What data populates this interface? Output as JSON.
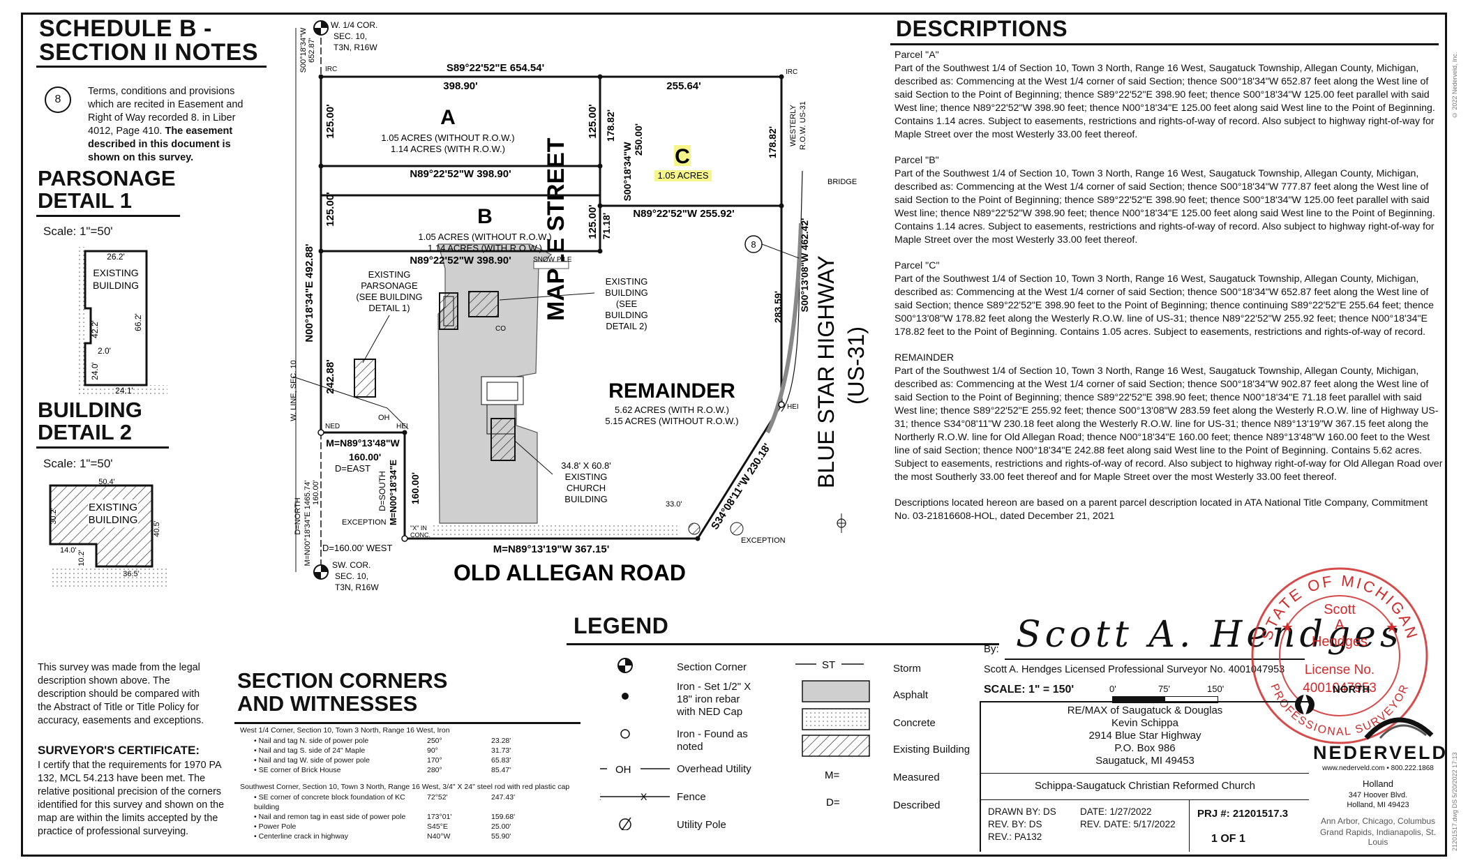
{
  "schedule": {
    "title1": "SCHEDULE B -",
    "title2": "SECTION II NOTES",
    "note_number": "8",
    "note_text": "Terms, conditions and provisions which are recited in Easement and Right of Way recorded 8. in Liber 4012, Page 410.",
    "note_bold": "The easement described in this document is shown on this survey."
  },
  "parsonage": {
    "title1": "PARSONAGE",
    "title2": "DETAIL 1",
    "scale": "Scale: 1\"=50'",
    "label1": "EXISTING",
    "label2": "BUILDING",
    "dims": [
      "26.2'",
      "42.2'",
      "66.2'",
      "2.0'",
      "24.0'",
      "24.1'"
    ]
  },
  "building2": {
    "title1": "BUILDING",
    "title2": "DETAIL 2",
    "scale": "Scale: 1\"=50'",
    "label1": "EXISTING",
    "label2": "BUILDING",
    "dims": [
      "50.4'",
      "30.2'",
      "40.5'",
      "14.0'",
      "10.2'",
      "36.5'"
    ]
  },
  "plat": {
    "street_west": "MAPLE STREET",
    "street_east1": "BLUE STAR HIGHWAY",
    "street_east2": "(US-31)",
    "street_south": "OLD ALLEGAN ROAD",
    "parcel_a": "A",
    "parcel_a_l1": "1.05 ACRES (WITHOUT R.O.W.)",
    "parcel_a_l2": "1.14 ACRES (WITH R.O.W.)",
    "parcel_b": "B",
    "parcel_b_l1": "1.05 ACRES (WITHOUT R.O.W.)",
    "parcel_b_l2": "1.14 ACRES (WITH R.O.W.)",
    "parcel_c": "C",
    "parcel_c_l1": "1.05 ACRES",
    "remainder": "REMAINDER",
    "remainder_l1": "5.62 ACRES (WITH R.O.W.)",
    "remainder_l2": "5.15 ACRES (WITHOUT R.O.W.)",
    "w_corner1": "W. 1/4 COR.",
    "w_corner2": "SEC. 10,",
    "w_corner3": "T3N, R16W",
    "sw_corner1": "SW. COR.",
    "sw_corner2": "SEC. 10,",
    "sw_corner3": "T3N, R16W",
    "top_bearing": "S89°22'52\"E  654.54'",
    "a_top": "398.90'",
    "c_top": "255.64'",
    "ab_line": "N89°22'52\"W  398.90'",
    "b_bottom": "N89°22'52\"W  398.90'",
    "c_bottom": "N89°22'52\"W  255.92'",
    "west_line": "N00°18'34\"E  492.88'",
    "a_west": "125.00'",
    "b_west": "125.00'",
    "a_east": "125.00'",
    "b_east": "125.00'",
    "c_west_a": "178.82'",
    "c_west_b": "S00°18'34\"W",
    "c_west_c": "250.00'",
    "c_east": "178.82'",
    "gap_7118": "71.18'",
    "east_line": "S00°13'08\"W  462.42'",
    "east_283": "283.59'",
    "diag": "S34°08'11\"W  230.18'",
    "south_line": "M=N89°13'19\"W  367.15'",
    "rem_west": "242.88'",
    "rem_top_m": "M=N89°13'48\"W",
    "rem_top_d1": "160.00'",
    "rem_top_d2": "D=EAST",
    "rem_east_m": "M=N00°18'34\"E",
    "rem_east_d1": "160.00'",
    "rem_east_d2": "D=SOUTH",
    "d_west": "D=160.00' WEST",
    "d_north": "D=NORTH",
    "m_north": "M=N00°18'34\"E  1465.74'",
    "m_north_b": "160.00'",
    "top_west": "S00°18'34\"W",
    "top_west_b": "652.87'",
    "w_line": "W. LINE, SEC. 10",
    "irc": "IRC",
    "ned": "NED",
    "hei": "HEI",
    "oh": "OH",
    "co": "CO",
    "westerly1": "WESTERLY",
    "westerly2": "R.O.W. US-31",
    "bridge": "BRIDGE",
    "exception": "EXCEPTION",
    "x_in_conc1": "\"X\" IN",
    "x_in_conc2": "CONC.",
    "snow_pile": "SNOW PILE",
    "dim_33": "33.0'",
    "note8": "8",
    "exist_pars1": "EXISTING",
    "exist_pars2": "PARSONAGE",
    "exist_pars3": "(SEE BUILDING",
    "exist_pars4": "DETAIL 1)",
    "exist_bld1": "EXISTING",
    "exist_bld2": "BUILDING",
    "exist_bld3": "(SEE",
    "exist_bld4": "BUILDING",
    "exist_bld5": "DETAIL 2)",
    "church1": "34.8' X 60.8'",
    "church2": "EXISTING",
    "church3": "CHURCH",
    "church4": "BUILDING"
  },
  "descriptions": {
    "title": "DESCRIPTIONS",
    "parcels": [
      {
        "title": "Parcel \"A\"",
        "text": "Part of the Southwest 1/4 of Section 10, Town 3 North, Range 16 West, Saugatuck Township, Allegan County, Michigan, described as: Commencing at the West 1/4 corner of said Section; thence S00°18'34\"W 652.87 feet along the West line of said Section to the Point of Beginning; thence S89°22'52\"E 398.90 feet; thence S00°18'34\"W 125.00 feet parallel with said West line; thence N89°22'52\"W 398.90 feet; thence N00°18'34\"E 125.00 feet along said West line to the Point of Beginning. Contains 1.14 acres. Subject to easements, restrictions and rights-of-way of record. Also subject to highway right-of-way for Maple Street over the most Westerly 33.00 feet thereof."
      },
      {
        "title": "Parcel \"B\"",
        "text": "Part of the Southwest 1/4 of Section 10, Town 3 North, Range 16 West, Saugatuck Township, Allegan County, Michigan, described as: Commencing at the West 1/4 corner of said Section; thence S00°18'34\"W 777.87 feet along the West line of said Section to the Point of Beginning; thence S89°22'52\"E 398.90 feet; thence S00°18'34\"W 125.00 feet parallel with said West line; thence N89°22'52\"W 398.90 feet; thence N00°18'34\"E 125.00 feet along said West line to the Point of Beginning. Contains 1.14 acres. Subject to easements, restrictions and rights-of-way of record. Also subject to highway right-of-way for Maple Street over the most Westerly 33.00 feet thereof."
      },
      {
        "title": "Parcel \"C\"",
        "text": "Part of the Southwest 1/4 of Section 10, Town 3 North, Range 16 West, Saugatuck Township, Allegan County, Michigan, described as: Commencing at the West 1/4 corner of said Section; thence S00°18'34\"W 652.87 feet along the West line of said Section; thence S89°22'52\"E 398.90 feet to the Point of Beginning; thence continuing S89°22'52\"E 255.64 feet; thence S00°13'08\"W 178.82 feet along the Westerly R.O.W. line of US-31; thence N89°22'52\"W 255.92 feet; thence N00°18'34\"E 178.82 feet to the Point of Beginning. Contains 1.05 acres. Subject to easements, restrictions and rights-of-way of record."
      },
      {
        "title": "REMAINDER",
        "text": "Part of the Southwest 1/4 of Section 10, Town 3 North, Range 16 West, Saugatuck Township, Allegan County, Michigan, described as: Commencing at the West 1/4 corner of said Section; thence S00°18'34\"W 902.87 feet along the West line of said Section to the Point of Beginning; thence S89°22'52\"E 398.90 feet; thence N00°18'34\"E 71.18 feet parallel with said West line; thence S89°22'52\"E 255.92 feet; thence S00°13'08\"W 283.59 feet along the Westerly R.O.W. line of Highway US-31; thence S34°08'11\"W 230.18 feet along the Westerly R.O.W. line for US-31; thence N89°13'19\"W 367.15 feet along the Northerly R.O.W. line for Old Allegan Road; thence N00°18'34\"E 160.00 feet; thence N89°13'48\"W 160.00 feet to the West line of said Section; thence N00°18'34\"E 242.88 feet along said West line to the Point of Beginning. Contains 5.62 acres. Subject to easements, restrictions and rights-of-way of record. Also subject to highway right-of-way for Old Allegan Road over the most Southerly 33.00 feet thereof and for Maple Street over the most Westerly 33.00 feet thereof."
      }
    ],
    "footer": "Descriptions located hereon are based on a parent parcel description located in ATA National Title Company, Commitment No. 03-21816608-HOL, dated December 21, 2021"
  },
  "legend": {
    "title": "LEGEND",
    "items": {
      "section_corner": "Section Corner",
      "iron_set": "Iron - Set 1/2\" X 18\" iron rebar with NED Cap",
      "iron_found": "Iron - Found as noted",
      "overhead": "Overhead Utility",
      "oh": "OH",
      "fence": "Fence",
      "utility_pole": "Utility Pole",
      "storm": "Storm",
      "st": "ST",
      "asphalt": "Asphalt",
      "concrete": "Concrete",
      "existing_building": "Existing Building",
      "m_eq": "M=",
      "measured": "Measured",
      "d_eq": "D=",
      "described": "Described"
    }
  },
  "survey_note": "This survey was made from the legal description shown above. The description should be compared with the Abstract of Title or Title Policy for accuracy, easements and exceptions.",
  "certificate": {
    "title": "SURVEYOR'S CERTIFICATE:",
    "text": "I certify that the requirements for 1970 PA 132, MCL 54.213 have been met. The relative positional precision of the corners identified for this survey and shown on the map are within the limits accepted by the practice of professional surveying."
  },
  "corners": {
    "title1": "SECTION CORNERS",
    "title2": "AND WITNESSES",
    "group1_title": "West 1/4 Corner, Section 10, Town 3 North, Range 16 West, Iron",
    "group1": [
      [
        "Nail and tag N. side of power pole",
        "250°",
        "23.28'"
      ],
      [
        "Nail and tag S. side of 24\" Maple",
        "90°",
        "31.73'"
      ],
      [
        "Nail and tag W. side of power pole",
        "170°",
        "65.83'"
      ],
      [
        "SE corner of Brick House",
        "280°",
        "85.47'"
      ]
    ],
    "group2_title": "Southwest Corner, Section 10, Town 3 North, Range 16 West, 3/4\" X 24\" steel rod with red plastic cap",
    "group2": [
      [
        "SE corner of concrete block foundation of KC building",
        "72°52'",
        "247.43'"
      ],
      [
        "Nail and remon tag in east side of power pole",
        "173°01'",
        "159.68'"
      ],
      [
        "Power Pole",
        "S45°E",
        "25.00'"
      ],
      [
        "Centerline crack in highway",
        "N40°W",
        "55.90'"
      ]
    ]
  },
  "signature": {
    "by": "By:",
    "sig": "Scott A. Hendges",
    "surveyor": "Scott A. Hendges Licensed Professional Surveyor No. 4001047953"
  },
  "seal": {
    "ring_top": "STATE OF MICHIGAN",
    "ring_bottom": "PROFESSIONAL SURVEYOR",
    "name1": "Scott",
    "name2": "A",
    "name3": "Hendges",
    "license": "License No.",
    "number": "4001047953"
  },
  "scale": {
    "label": "SCALE: 1\" = 150'",
    "ticks": [
      "0'",
      "75'",
      "150'"
    ],
    "north": "NORTH"
  },
  "client": {
    "line1": "RE/MAX of Saugatuck & Douglas",
    "line2": "Kevin Schippa",
    "line3": "2914 Blue Star Highway",
    "line4": "P.O.    Box 986",
    "line5": "Saugatuck, MI  49453",
    "project": "Schippa-Saugatuck Christian Reformed Church"
  },
  "titleblock": {
    "drawn": "DRAWN BY: DS",
    "rev_by": "REV. BY: DS",
    "rev": "REV.:  PA132",
    "date": "DATE: 1/27/2022",
    "rev_date": "REV. DATE: 5/17/2022",
    "prj": "PRJ #: 21201517.3",
    "sheet": "1  OF  1"
  },
  "company": {
    "name": "NEDERVELD",
    "web": "www.nederveld.com • 800.222.1868",
    "office": "Holland",
    "addr1": "347 Hoover Blvd.",
    "addr2": "Holland, MI 49423",
    "others1": "Ann Arbor, Chicago, Columbus",
    "others2": "Grand Rapids, Indianapolis, St. Louis"
  },
  "margin": {
    "copyright": "© 2022 Nederveld, Inc.",
    "file": "21201517.dwg   DS   5/20/2022 17:13"
  }
}
